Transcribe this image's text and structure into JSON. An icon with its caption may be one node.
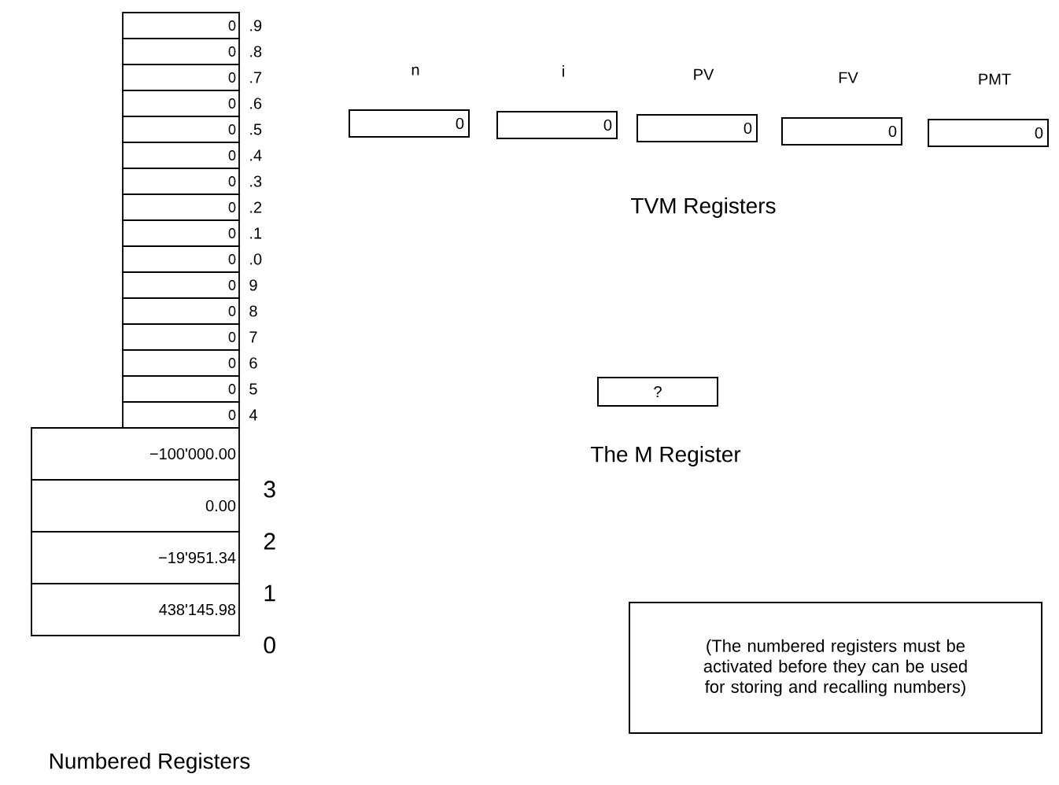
{
  "diagram": {
    "nodes": [
      {
        "text": [
          "0"
        ],
        "beside": [
          ".9"
        ]
      },
      {
        "text": [
          "0"
        ],
        "beside": [
          ".8"
        ]
      },
      {
        "text": [
          "0"
        ],
        "beside": [
          ".7"
        ]
      },
      {
        "text": [
          "0"
        ],
        "beside": [
          ".6"
        ]
      },
      {
        "text": [
          "0"
        ],
        "beside": [
          ".5"
        ]
      },
      {
        "text": [
          "0"
        ],
        "beside": [
          ".4"
        ]
      },
      {
        "text": [
          "0"
        ],
        "beside": [
          ".3"
        ]
      },
      {
        "text": [
          "0"
        ],
        "beside": [
          ".2"
        ]
      },
      {
        "text": [
          "0"
        ],
        "beside": [
          ".1"
        ]
      },
      {
        "text": [
          "0"
        ],
        "beside": [
          ".0"
        ]
      },
      {
        "text": [
          "0"
        ],
        "beside": [
          "9"
        ]
      },
      {
        "text": [
          "0"
        ],
        "beside": [
          "8"
        ]
      },
      {
        "text": [
          "0"
        ],
        "beside": [
          "7"
        ]
      },
      {
        "text": [
          "0"
        ],
        "beside": [
          "6"
        ]
      },
      {
        "text": [
          "0"
        ],
        "beside": [
          "5"
        ]
      },
      {
        "text": [
          "0"
        ],
        "beside": [
          "4"
        ]
      },
      {
        "text": [
          "−100'000.00"
        ],
        "beside": [
          "3"
        ]
      },
      {
        "text": [
          "0.00"
        ],
        "beside": [
          "2"
        ]
      },
      {
        "text": [
          "−19'951.34"
        ],
        "beside": [
          "1"
        ]
      },
      {
        "text": [
          "438'145.98"
        ],
        "beside": [
          "0"
        ]
      },
      {
        "text": [
          "n",
          "0"
        ]
      },
      {
        "text": [
          "i",
          "0"
        ]
      },
      {
        "text": [
          "PV",
          "0"
        ]
      },
      {
        "text": [
          "FV",
          "0"
        ]
      },
      {
        "text": [
          "PMT",
          "0"
        ]
      },
      {
        "text": [
          "?"
        ]
      },
      {
        "text": [
          "(The numbered registers must be activated before they can be used for storing and  recalling numbers)"
        ]
      }
    ],
    "labels": [
      "TVM Registers",
      "The M Register",
      "Numbered Registers"
    ]
  }
}
